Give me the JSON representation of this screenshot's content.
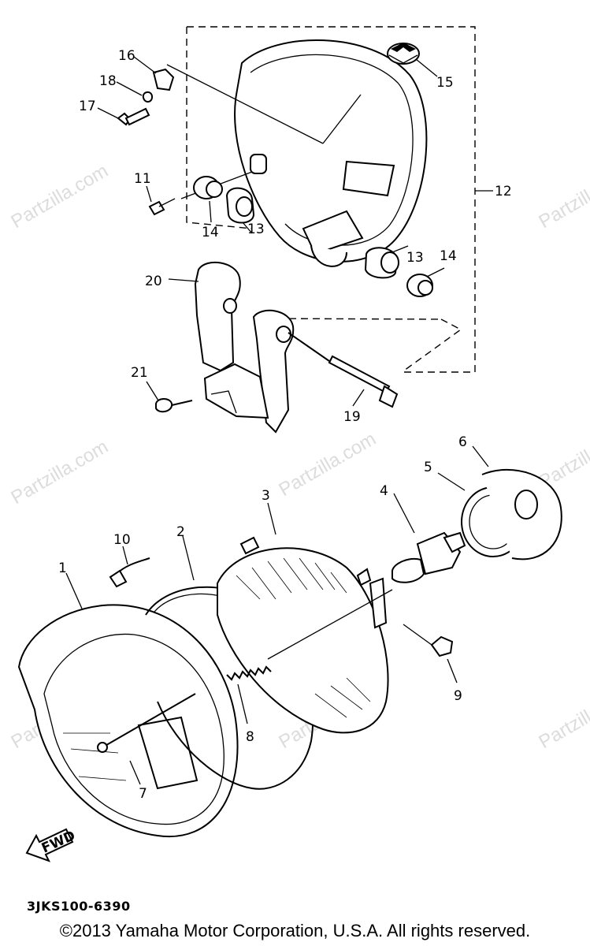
{
  "watermark": "Partzilla.com",
  "watermark_copyright_glyph": "©",
  "fwd_label": "FWD",
  "diagram_code": "3JKS100-6390",
  "copyright": "©2013  Yamaha Motor Corporation, U.S.A. All rights reserved.",
  "parts": {
    "p1": "1",
    "p2": "2",
    "p3": "3",
    "p4": "4",
    "p5": "5",
    "p6": "6",
    "p7": "7",
    "p8": "8",
    "p9": "9",
    "p10": "10",
    "p11": "11",
    "p12": "12",
    "p13a": "13",
    "p13b": "13",
    "p14a": "14",
    "p14b": "14",
    "p15": "15",
    "p16": "16",
    "p17": "17",
    "p18": "18",
    "p19": "19",
    "p20": "20",
    "p21": "21"
  }
}
